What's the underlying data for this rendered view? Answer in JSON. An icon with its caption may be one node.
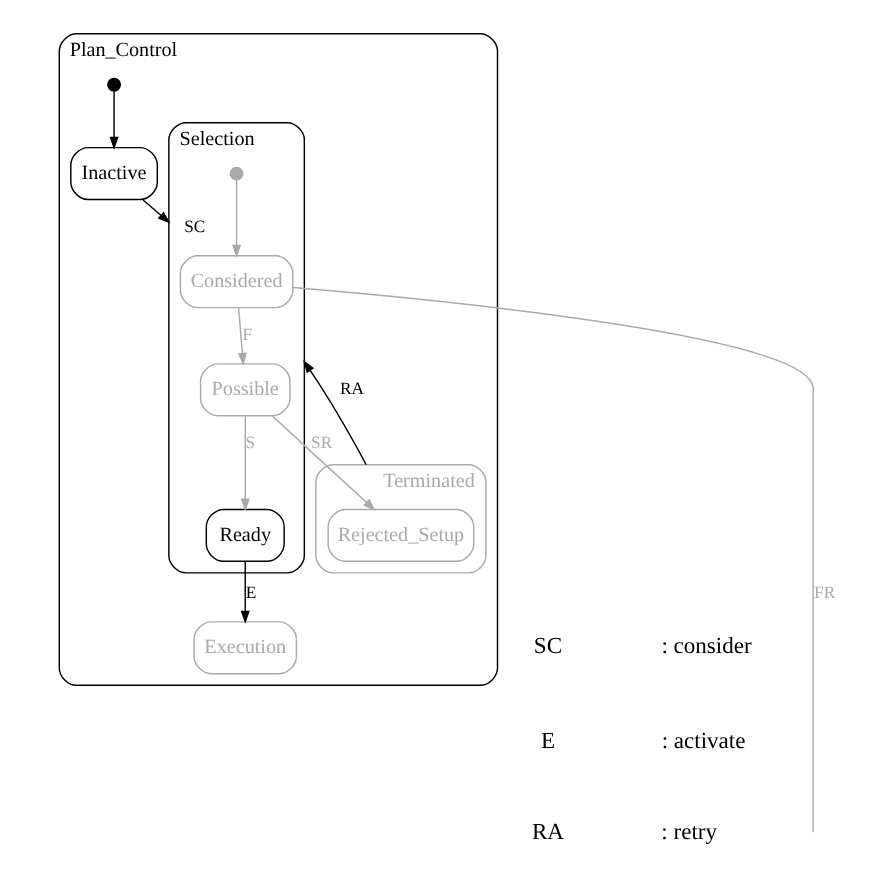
{
  "diagram": {
    "nodes": [
      {
        "text": [
          "Plan_Control"
        ]
      },
      {
        "text": [
          "Inactive"
        ],
        "in": 0
      },
      {
        "text": [],
        "shape": "circle",
        "in": 0
      },
      {
        "text": [
          "Selection"
        ],
        "in": 0
      },
      {
        "text": [
          "Considered"
        ],
        "in": 3
      },
      {
        "text": [],
        "shape": "circle",
        "in": 3
      },
      {
        "text": [
          "Possible"
        ],
        "in": 3
      },
      {
        "text": [
          "Ready"
        ],
        "in": 3
      },
      {
        "text": [
          "Execution"
        ],
        "in": 0
      },
      {
        "text": [
          "Terminated"
        ],
        "in": 0
      },
      {
        "text": [
          "Rejected_Setup"
        ],
        "in": 9
      }
    ],
    "edges": [
      {
        "from": 2,
        "to": 1,
        "arrow": "to",
        "color": "#000000"
      },
      {
        "from": 1,
        "to": 3,
        "label": "SC",
        "arrow": "to",
        "color": "#000000"
      },
      {
        "from": 5,
        "to": 4,
        "arrow": "to",
        "color": "#aaaaaa"
      },
      {
        "from": 4,
        "to": 6,
        "label": "F",
        "arrow": "to",
        "color": "#aaaaaa"
      },
      {
        "from": 6,
        "to": 7,
        "label": "S",
        "arrow": "to",
        "color": "#aaaaaa"
      },
      {
        "from": 7,
        "to": 8,
        "label": "E",
        "arrow": "to",
        "color": "#000000"
      },
      {
        "from": 9,
        "to": 3,
        "label": "RA",
        "arrow": "to",
        "color": "#000000"
      },
      {
        "from": 4,
        "to": null,
        "label": "FR",
        "arrow": "none",
        "color": "#aaaaaa"
      },
      {
        "from": 6,
        "to": 10,
        "label": "SR",
        "arrow": "to",
        "color": "#aaaaaa"
      }
    ],
    "labels": [
      "SC",
      ": consider",
      "E",
      ": activate",
      "RA",
      ": retry"
    ]
  }
}
